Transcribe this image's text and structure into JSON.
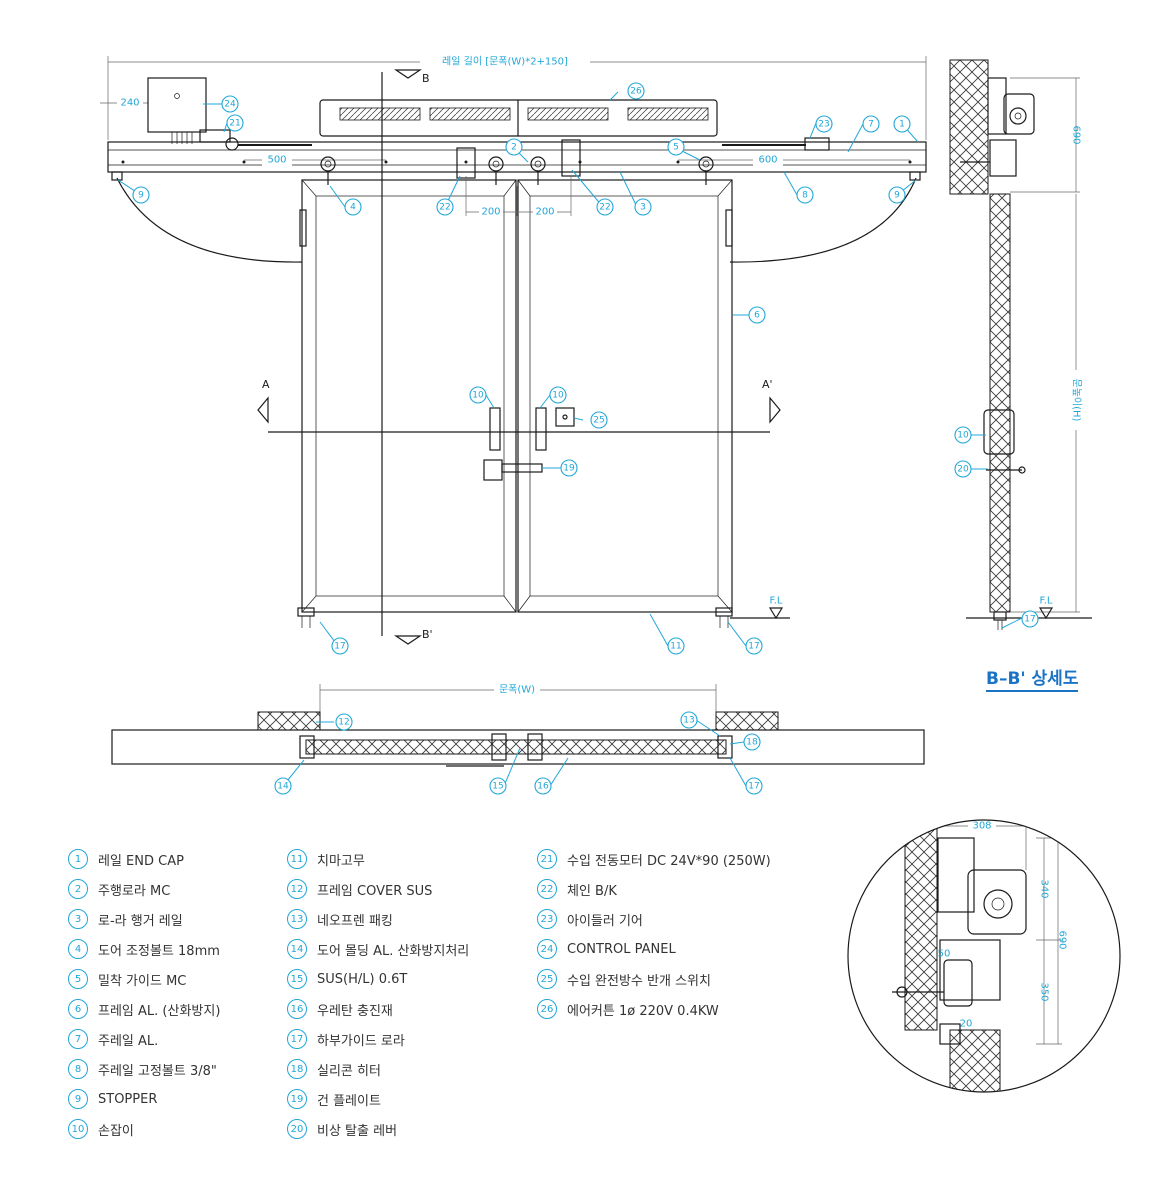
{
  "dimensions": {
    "rail_length": "레일 길이 [문폭(W)*2+150]",
    "d240": "240",
    "d500": "500",
    "d600": "600",
    "d200a": "200",
    "d200b": "200",
    "door_width": "문폭(W)",
    "d690": "690",
    "door_height": "문높이(H)",
    "fl": "F.L",
    "fl2": "F.L",
    "c308": "308",
    "c340": "340",
    "c690": "690",
    "c350": "350",
    "c50": "50",
    "c20": "20"
  },
  "section_labels": {
    "a": "A",
    "a_prime": "A'",
    "b": "B",
    "b_prime": "B'"
  },
  "detail_title": "B–B' 상세도",
  "legend": [
    {
      "num": "1",
      "label": "레일 END CAP"
    },
    {
      "num": "2",
      "label": "주행로라 MC"
    },
    {
      "num": "3",
      "label": "로-라 행거 레일"
    },
    {
      "num": "4",
      "label": "도어 조정볼트 18mm"
    },
    {
      "num": "5",
      "label": "밀착 가이드 MC"
    },
    {
      "num": "6",
      "label": "프레임 AL. (산화방지)"
    },
    {
      "num": "7",
      "label": "주레일 AL."
    },
    {
      "num": "8",
      "label": "주레일 고정볼트 3/8\""
    },
    {
      "num": "9",
      "label": "STOPPER"
    },
    {
      "num": "10",
      "label": "손잡이"
    },
    {
      "num": "11",
      "label": "치마고무"
    },
    {
      "num": "12",
      "label": "프레임 COVER SUS"
    },
    {
      "num": "13",
      "label": "네오프렌 패킹"
    },
    {
      "num": "14",
      "label": "도어 몰딩 AL. 산화방지처리"
    },
    {
      "num": "15",
      "label": "SUS(H/L) 0.6T"
    },
    {
      "num": "16",
      "label": "우레탄 충진재"
    },
    {
      "num": "17",
      "label": "하부가이드 로라"
    },
    {
      "num": "18",
      "label": "실리콘 히터"
    },
    {
      "num": "19",
      "label": "건 플레이트"
    },
    {
      "num": "20",
      "label": "비상 탈출 레버"
    },
    {
      "num": "21",
      "label": "수입 전동모터 DC 24V*90 (250W)"
    },
    {
      "num": "22",
      "label": "체인 B/K"
    },
    {
      "num": "23",
      "label": "아이들러 기어"
    },
    {
      "num": "24",
      "label": "CONTROL PANEL"
    },
    {
      "num": "25",
      "label": "수입 완전방수 반개 스위치"
    },
    {
      "num": "26",
      "label": "에어커튼 1ø 220V 0.4KW"
    }
  ],
  "colors": {
    "accent": "#21a7d8",
    "title_blue": "#1a73c4",
    "line": "#1a1a1a"
  }
}
